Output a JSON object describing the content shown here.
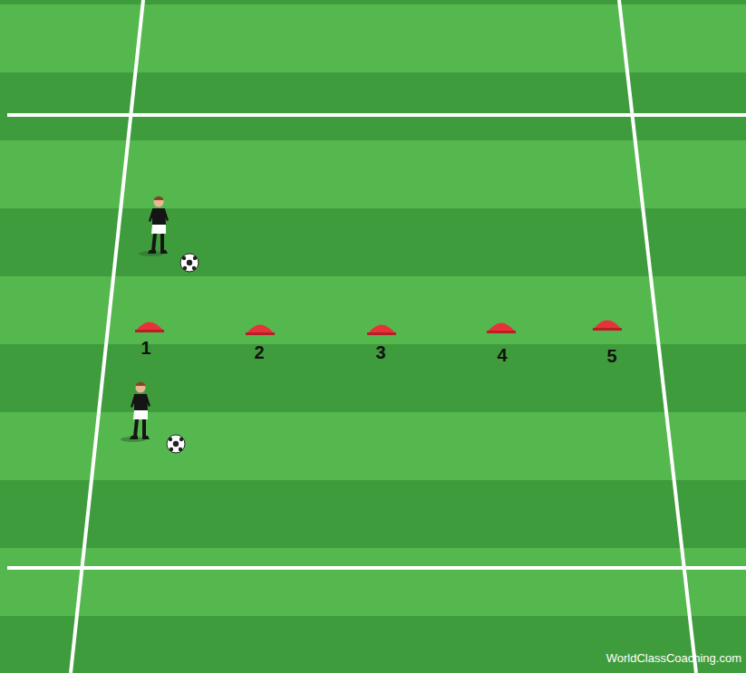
{
  "diagram": {
    "labels": [
      "1",
      "2",
      "3",
      "4",
      "5",
      "WorldClassCoaching.com"
    ]
  }
}
